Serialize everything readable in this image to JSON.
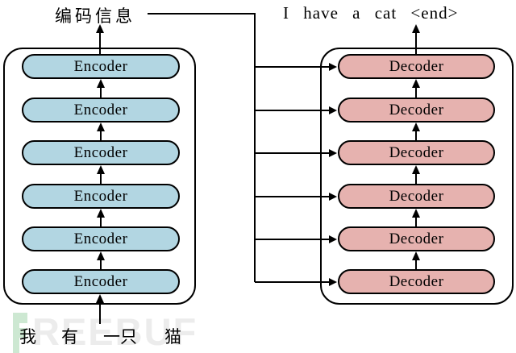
{
  "labels": {
    "encoded_info": "编码信息",
    "output_sentence": "I have a cat <end>",
    "input_tokens": [
      "我",
      "有",
      "一只",
      "猫"
    ]
  },
  "encoder_stack": {
    "blocks": [
      "Encoder",
      "Encoder",
      "Encoder",
      "Encoder",
      "Encoder",
      "Encoder"
    ],
    "fill": "#b2d6e2"
  },
  "decoder_stack": {
    "blocks": [
      "Decoder",
      "Decoder",
      "Decoder",
      "Decoder",
      "Decoder",
      "Decoder"
    ],
    "fill": "#e6b2af"
  },
  "watermark": {
    "icon": "freebuf-logo-icon",
    "text": "REEBUF",
    "icon_color": "#cde8d2",
    "text_color": "#ececec"
  },
  "colors": {
    "line": "#000000",
    "background": "#ffffff"
  }
}
